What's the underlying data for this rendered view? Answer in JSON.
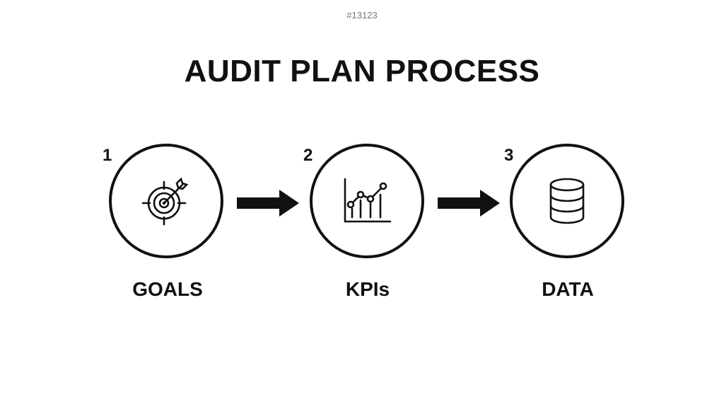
{
  "ref": "#13123",
  "title": "AUDIT PLAN PROCESS",
  "steps": [
    {
      "number": "1",
      "label": "GOALS",
      "icon": "target-icon"
    },
    {
      "number": "2",
      "label": "KPIs",
      "icon": "line-chart-icon"
    },
    {
      "number": "3",
      "label": "DATA",
      "icon": "database-icon"
    }
  ],
  "colors": {
    "ink": "#111111",
    "background": "#ffffff",
    "ref_text": "#777777"
  }
}
